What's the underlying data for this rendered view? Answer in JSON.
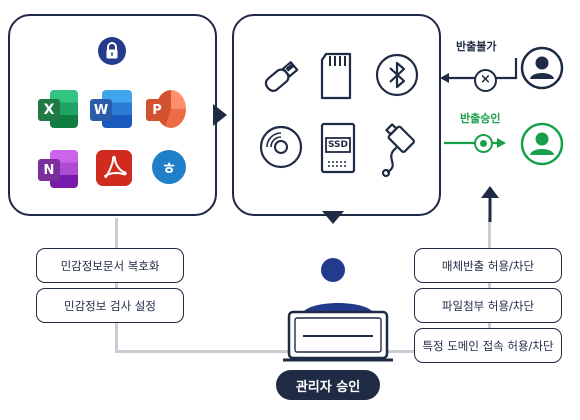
{
  "colors": {
    "navy": "#1f2a44",
    "badge_navy": "#243a8c",
    "green": "#19a04b",
    "excel": "#1f7a45",
    "word": "#2b5caa",
    "powerpoint": "#d2532f",
    "onenote": "#7b2f9e",
    "acrobat": "#d12a1e",
    "hangul": "#1f7fc9",
    "connector": "#c9ccd2"
  },
  "left_panel": {
    "lock_icon": "lock-icon",
    "apps": [
      {
        "name": "excel-icon",
        "letter": "X"
      },
      {
        "name": "word-icon",
        "letter": "W"
      },
      {
        "name": "powerpoint-icon",
        "letter": "P"
      },
      {
        "name": "onenote-icon",
        "letter": "N"
      },
      {
        "name": "acrobat-icon",
        "letter": ""
      },
      {
        "name": "hangul-icon",
        "letter": "ㅎ"
      }
    ]
  },
  "center_panel": {
    "devices": [
      "usb-drive-icon",
      "sd-card-icon",
      "bluetooth-icon",
      "cd-disc-icon",
      "ssd-icon",
      "usb-cable-icon"
    ],
    "ssd_text": "SSD"
  },
  "right_side": {
    "blocked_label": "반출불가",
    "approved_label": "반출승인"
  },
  "left_pills": [
    "민감정보문서 복호화",
    "민감정보 검사 설정"
  ],
  "right_pills": [
    "매체반출 허용/차단",
    "파일첨부 허용/차단",
    "특정 도메인 접속 허용/차단"
  ],
  "admin": {
    "label": "관리자 승인"
  }
}
